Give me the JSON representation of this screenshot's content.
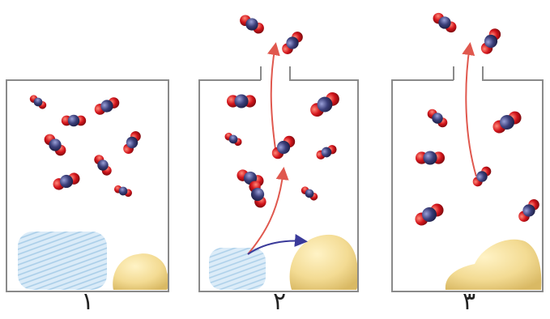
{
  "panels": [
    {
      "label": "۱",
      "open": false,
      "water": "large",
      "solid": "small"
    },
    {
      "label": "۲",
      "open": true,
      "water": "medium",
      "solid": "medium"
    },
    {
      "label": "۳",
      "open": true,
      "water": "none",
      "solid": "large"
    }
  ],
  "colors": {
    "container_stroke": "#8a8a8a",
    "oxygen": "#d3141b",
    "carbon": "#3b3f7a",
    "water": "#b9d8ee",
    "solid": "#f3db93",
    "escape_arrow": "#e0584e",
    "deposit_arrow": "#3a3a9a"
  }
}
